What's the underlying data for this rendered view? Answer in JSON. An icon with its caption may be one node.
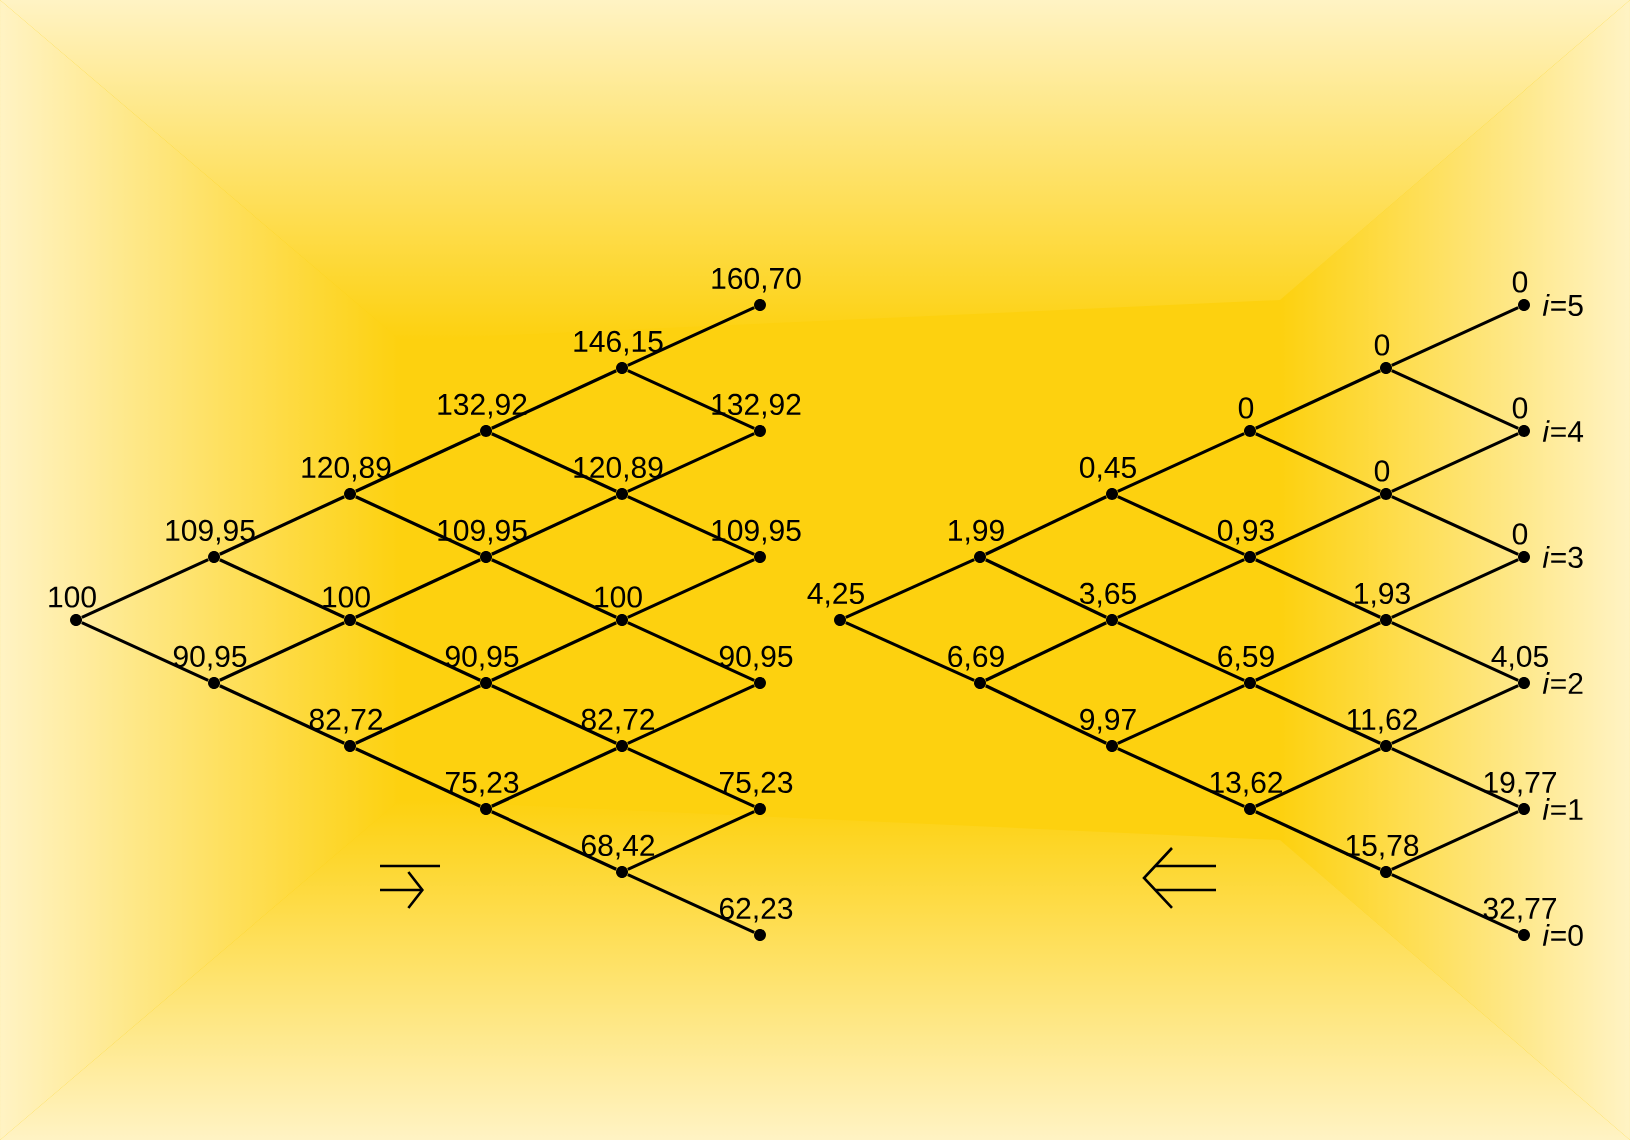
{
  "diagram": {
    "nodes": [
      {
        "text": [
          "100"
        ]
      },
      {
        "text": [
          "109,95"
        ]
      },
      {
        "text": [
          "90,95"
        ]
      },
      {
        "text": [
          "120,89"
        ]
      },
      {
        "text": [
          "100"
        ]
      },
      {
        "text": [
          "82,72"
        ]
      },
      {
        "text": [
          "132,92"
        ]
      },
      {
        "text": [
          "109,95"
        ]
      },
      {
        "text": [
          "90,95"
        ]
      },
      {
        "text": [
          "75,23"
        ]
      },
      {
        "text": [
          "146,15"
        ]
      },
      {
        "text": [
          "120,89"
        ]
      },
      {
        "text": [
          "100"
        ]
      },
      {
        "text": [
          "82,72"
        ]
      },
      {
        "text": [
          "68,42"
        ]
      },
      {
        "text": [
          "160,70"
        ]
      },
      {
        "text": [
          "132,92"
        ]
      },
      {
        "text": [
          "109,95"
        ]
      },
      {
        "text": [
          "90,95"
        ]
      },
      {
        "text": [
          "75,23"
        ]
      },
      {
        "text": [
          "62,23"
        ]
      },
      {
        "text": [
          "4,25"
        ]
      },
      {
        "text": [
          "1,99"
        ]
      },
      {
        "text": [
          "6,69"
        ]
      },
      {
        "text": [
          "0,45"
        ]
      },
      {
        "text": [
          "3,65"
        ]
      },
      {
        "text": [
          "9,97"
        ]
      },
      {
        "text": [
          "0"
        ]
      },
      {
        "text": [
          "0,93"
        ]
      },
      {
        "text": [
          "6,59"
        ]
      },
      {
        "text": [
          "13,62"
        ]
      },
      {
        "text": [
          "0"
        ]
      },
      {
        "text": [
          "0"
        ]
      },
      {
        "text": [
          "1,93"
        ]
      },
      {
        "text": [
          "11,62"
        ]
      },
      {
        "text": [
          "15,78"
        ]
      },
      {
        "text": [
          "0"
        ],
        "beside": [
          "*i*=5"
        ]
      },
      {
        "text": [
          "0"
        ],
        "beside": [
          "*i*=4"
        ]
      },
      {
        "text": [
          "0"
        ],
        "beside": [
          "*i*=3"
        ]
      },
      {
        "text": [
          "4,05"
        ],
        "beside": [
          "*i*=2"
        ]
      },
      {
        "text": [
          "19,77"
        ],
        "beside": [
          "*i*=1"
        ]
      },
      {
        "text": [
          "32,77"
        ],
        "beside": [
          "*i*=0"
        ]
      }
    ],
    "edges": [
      {
        "from": 0,
        "to": 1,
        "arrow": "none"
      },
      {
        "from": 0,
        "to": 2,
        "arrow": "none"
      },
      {
        "from": 1,
        "to": 3,
        "arrow": "none"
      },
      {
        "from": 1,
        "to": 4,
        "arrow": "none"
      },
      {
        "from": 2,
        "to": 4,
        "arrow": "none"
      },
      {
        "from": 2,
        "to": 5,
        "arrow": "none"
      },
      {
        "from": 3,
        "to": 6,
        "arrow": "none"
      },
      {
        "from": 3,
        "to": 7,
        "arrow": "none"
      },
      {
        "from": 4,
        "to": 7,
        "arrow": "none"
      },
      {
        "from": 4,
        "to": 8,
        "arrow": "none"
      },
      {
        "from": 5,
        "to": 8,
        "arrow": "none"
      },
      {
        "from": 5,
        "to": 9,
        "arrow": "none"
      },
      {
        "from": 6,
        "to": 10,
        "arrow": "none"
      },
      {
        "from": 6,
        "to": 11,
        "arrow": "none"
      },
      {
        "from": 7,
        "to": 11,
        "arrow": "none"
      },
      {
        "from": 7,
        "to": 12,
        "arrow": "none"
      },
      {
        "from": 8,
        "to": 12,
        "arrow": "none"
      },
      {
        "from": 8,
        "to": 13,
        "arrow": "none"
      },
      {
        "from": 9,
        "to": 13,
        "arrow": "none"
      },
      {
        "from": 9,
        "to": 14,
        "arrow": "none"
      },
      {
        "from": 10,
        "to": 15,
        "arrow": "none"
      },
      {
        "from": 10,
        "to": 16,
        "arrow": "none"
      },
      {
        "from": 11,
        "to": 16,
        "arrow": "none"
      },
      {
        "from": 11,
        "to": 17,
        "arrow": "none"
      },
      {
        "from": 12,
        "to": 17,
        "arrow": "none"
      },
      {
        "from": 12,
        "to": 18,
        "arrow": "none"
      },
      {
        "from": 13,
        "to": 18,
        "arrow": "none"
      },
      {
        "from": 13,
        "to": 19,
        "arrow": "none"
      },
      {
        "from": 14,
        "to": 19,
        "arrow": "none"
      },
      {
        "from": 14,
        "to": 20,
        "arrow": "none"
      },
      {
        "from": 21,
        "to": 22,
        "arrow": "none"
      },
      {
        "from": 21,
        "to": 23,
        "arrow": "none"
      },
      {
        "from": 22,
        "to": 24,
        "arrow": "none"
      },
      {
        "from": 22,
        "to": 25,
        "arrow": "none"
      },
      {
        "from": 23,
        "to": 25,
        "arrow": "none"
      },
      {
        "from": 23,
        "to": 26,
        "arrow": "none"
      },
      {
        "from": 24,
        "to": 27,
        "arrow": "none"
      },
      {
        "from": 24,
        "to": 28,
        "arrow": "none"
      },
      {
        "from": 25,
        "to": 28,
        "arrow": "none"
      },
      {
        "from": 25,
        "to": 29,
        "arrow": "none"
      },
      {
        "from": 26,
        "to": 29,
        "arrow": "none"
      },
      {
        "from": 26,
        "to": 30,
        "arrow": "none"
      },
      {
        "from": 27,
        "to": 31,
        "arrow": "none"
      },
      {
        "from": 27,
        "to": 32,
        "arrow": "none"
      },
      {
        "from": 28,
        "to": 32,
        "arrow": "none"
      },
      {
        "from": 28,
        "to": 33,
        "arrow": "none"
      },
      {
        "from": 29,
        "to": 33,
        "arrow": "none"
      },
      {
        "from": 29,
        "to": 34,
        "arrow": "none"
      },
      {
        "from": 30,
        "to": 34,
        "arrow": "none"
      },
      {
        "from": 30,
        "to": 35,
        "arrow": "none"
      },
      {
        "from": 31,
        "to": 36,
        "arrow": "none"
      },
      {
        "from": 31,
        "to": 37,
        "arrow": "none"
      },
      {
        "from": 32,
        "to": 37,
        "arrow": "none"
      },
      {
        "from": 32,
        "to": 38,
        "arrow": "none"
      },
      {
        "from": 33,
        "to": 38,
        "arrow": "none"
      },
      {
        "from": 33,
        "to": 39,
        "arrow": "none"
      },
      {
        "from": 34,
        "to": 39,
        "arrow": "none"
      },
      {
        "from": 34,
        "to": 40,
        "arrow": "none"
      },
      {
        "from": 35,
        "to": 40,
        "arrow": "none"
      },
      {
        "from": 35,
        "to": 41,
        "arrow": "none"
      }
    ]
  }
}
